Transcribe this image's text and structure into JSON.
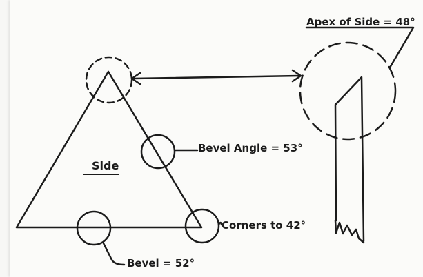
{
  "labels": {
    "side": "Side",
    "apex_of_side": "Apex of Side = 48°",
    "bevel_angle": "Bevel Angle = 53°",
    "corners": "Corners to 42°",
    "bevel": "Bevel = 52°"
  },
  "colors": {
    "ink": "#1b1b1b",
    "paper": "#fbfbf9"
  }
}
